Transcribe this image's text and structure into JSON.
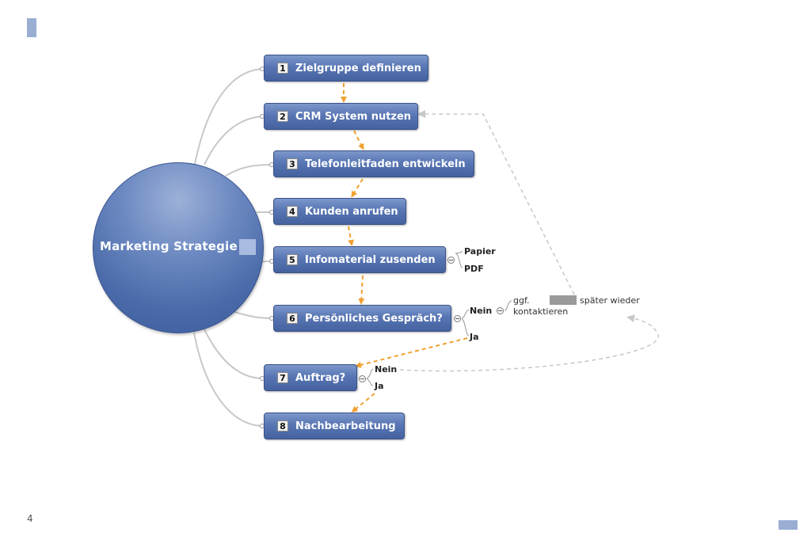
{
  "hub": {
    "label": "Marketing Strategie"
  },
  "steps": [
    {
      "number": "1",
      "label": "Zielgruppe definieren"
    },
    {
      "number": "2",
      "label": "CRM System nutzen"
    },
    {
      "number": "3",
      "label": "Telefonleitfaden entwickeln"
    },
    {
      "number": "4",
      "label": "Kunden anrufen"
    },
    {
      "number": "5",
      "label": "Infomaterial zusenden"
    },
    {
      "number": "6",
      "label": "Persönliches Gespräch?"
    },
    {
      "number": "7",
      "label": "Auftrag?"
    },
    {
      "number": "8",
      "label": "Nachbearbeitung"
    }
  ],
  "branches": {
    "infomaterial": [
      "Papier",
      "PDF"
    ],
    "gespraech": {
      "no": "Nein",
      "yes": "Ja"
    },
    "auftrag": {
      "no": "Nein",
      "yes": "Ja"
    }
  },
  "note": {
    "line1_start": "ggf.",
    "line1_end": "später wieder",
    "line2": "kontaktieren"
  },
  "page_number": "4",
  "colors": {
    "node_blue": "#4f6eae",
    "arrow_orange": "#f0a030",
    "connector_gray": "#c8c8c8",
    "accent_square": "#9aaed4"
  }
}
